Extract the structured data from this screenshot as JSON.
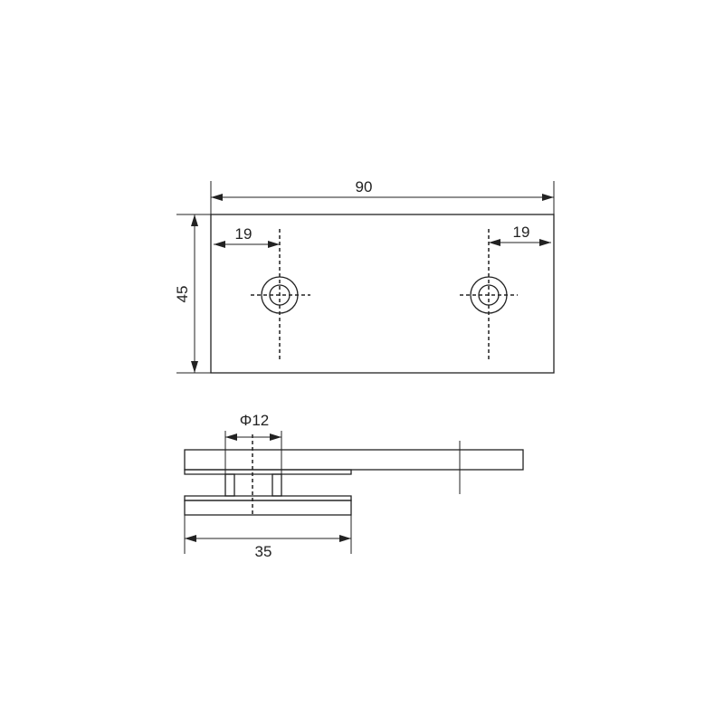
{
  "dimensions": {
    "overall_length": "90",
    "overall_width": "45",
    "left_hole_offset": "19",
    "right_hole_offset": "19",
    "hole_diameter": "Φ12",
    "clamp_length": "35"
  },
  "colors": {
    "ink": "#222222",
    "background": "#ffffff"
  }
}
